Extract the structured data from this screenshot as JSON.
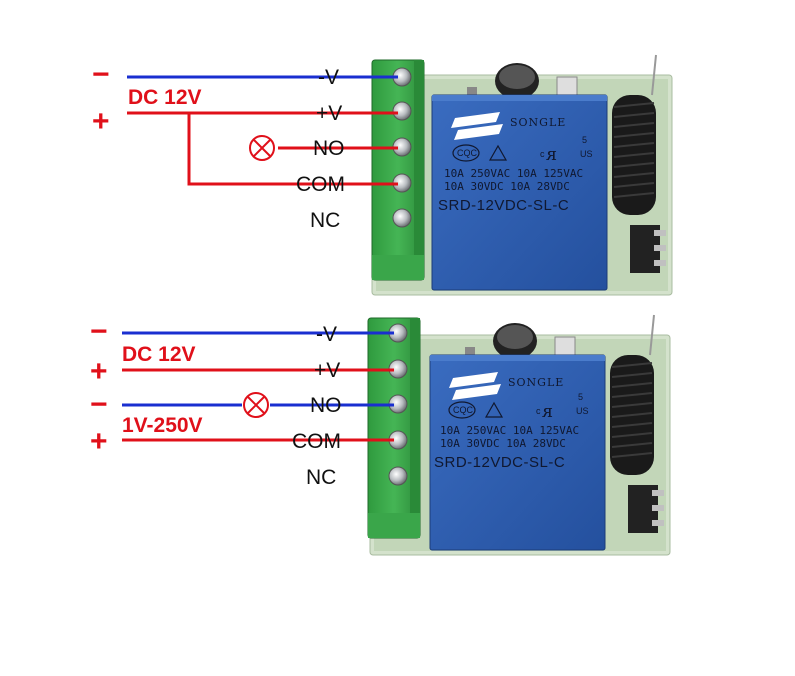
{
  "colors": {
    "negative_wire": "#1a2fd0",
    "positive_wire": "#e0101a",
    "terminal_block": "#38a848",
    "relay_body": "#2e5fb0",
    "pcb": "#c8d8c0"
  },
  "diagrams": [
    {
      "supply_minus": "−",
      "supply_plus": "+",
      "supply_label": "DC 12V",
      "load_minus": "",
      "load_plus": "",
      "load_label": "",
      "terminals": [
        "-V",
        "+V",
        "NO",
        "COM",
        "NC"
      ],
      "relay": {
        "brand": "SONGLE",
        "rating_1": "10A 250VAC  10A 125VAC",
        "rating_2": "10A  30VDC  10A  28VDC",
        "model": "SRD-12VDC-SL-C",
        "mark_cqc": "CQC",
        "mark_c": "c",
        "mark_us": "US",
        "mark_5": "5"
      },
      "lamp_icon": "lamp-symbol"
    },
    {
      "supply_minus": "−",
      "supply_plus": "+",
      "supply_label": "DC 12V",
      "load_minus": "−",
      "load_plus": "+",
      "load_label": "1V-250V",
      "terminals": [
        "-V",
        "+V",
        "NO",
        "COM",
        "NC"
      ],
      "relay": {
        "brand": "SONGLE",
        "rating_1": "10A 250VAC  10A 125VAC",
        "rating_2": "10A  30VDC  10A  28VDC",
        "model": "SRD-12VDC-SL-C",
        "mark_cqc": "CQC",
        "mark_c": "c",
        "mark_us": "US",
        "mark_5": "5"
      },
      "lamp_icon": "lamp-symbol"
    }
  ]
}
